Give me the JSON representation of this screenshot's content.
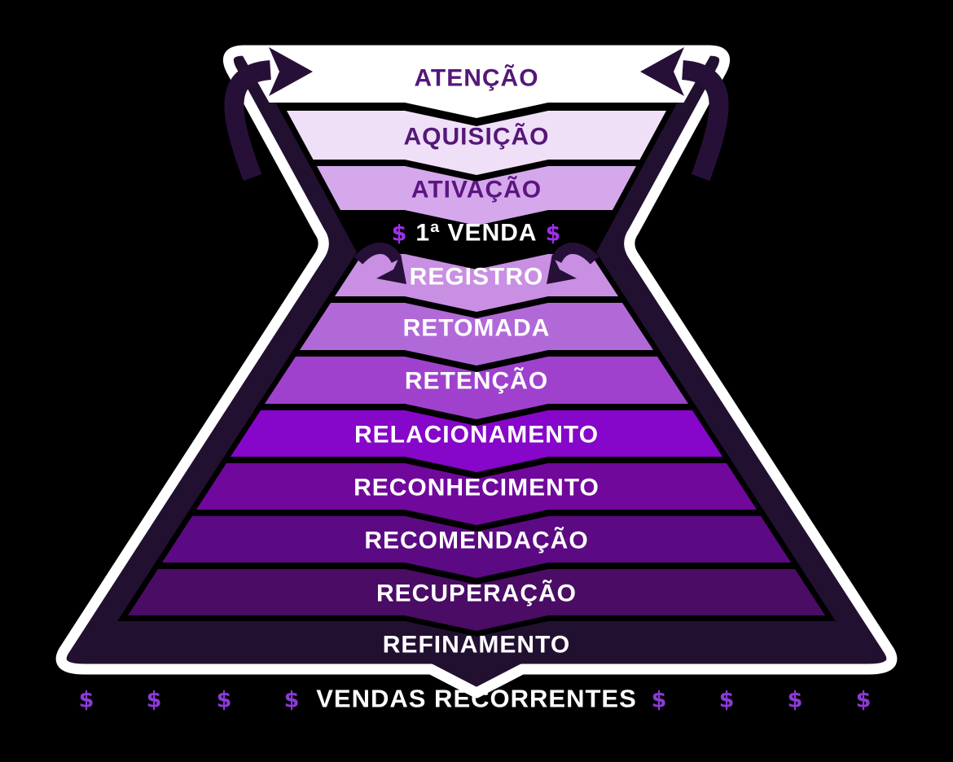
{
  "diagram": {
    "top_stages": [
      {
        "label": "ATENÇÃO",
        "fill": "#ffffff",
        "text_color": "#561778"
      },
      {
        "label": "AQUISIÇÃO",
        "fill": "#efe0f8",
        "text_color": "#561778"
      },
      {
        "label": "ATIVAÇÃO",
        "fill": "#d5a8ec",
        "text_color": "#5c1580"
      }
    ],
    "waist": {
      "label": "1ª VENDA",
      "text_color": "#ffffff",
      "dollar": "$",
      "dollar_color": "#9e2fe8"
    },
    "bottom_stages": [
      {
        "label": "REGISTRO",
        "fill": "#c98fe3",
        "text_color": "#ffffff"
      },
      {
        "label": "RETOMADA",
        "fill": "#b169d8",
        "text_color": "#ffffff"
      },
      {
        "label": "RETENÇÃO",
        "fill": "#9f41cd",
        "text_color": "#ffffff"
      },
      {
        "label": "RELACIONAMENTO",
        "fill": "#8606c9",
        "text_color": "#ffffff"
      },
      {
        "label": "RECONHECIMENTO",
        "fill": "#70089c",
        "text_color": "#ffffff"
      },
      {
        "label": "RECOMENDAÇÃO",
        "fill": "#5c0a83",
        "text_color": "#ffffff"
      },
      {
        "label": "RECUPERAÇÃO",
        "fill": "#4a0c64",
        "text_color": "#ffffff"
      },
      {
        "label": "REFINAMENTO",
        "fill": "#231134",
        "text_color": "#ffffff"
      }
    ],
    "base": {
      "label": "VENDAS RECORRENTES",
      "text_color": "#ffffff",
      "dollar": "$",
      "dollar_color": "#8b3ad6"
    },
    "colors": {
      "background": "#000000",
      "outline": "#ffffff",
      "shell": "#221031",
      "arrow": "#271038",
      "inner_black": "#000000"
    }
  }
}
